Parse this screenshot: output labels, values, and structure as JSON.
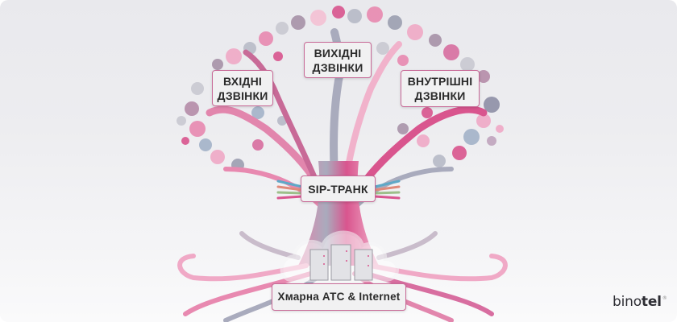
{
  "labels": {
    "incoming": {
      "line1": "ВХІДНІ",
      "line2": "ДЗВІНКИ"
    },
    "outgoing": {
      "line1": "ВИХІДНІ",
      "line2": "ДЗВІНКИ"
    },
    "internal": {
      "line1": "ВНУТРІШНІ",
      "line2": "ДЗВІНКИ"
    },
    "sip": "SIP-ТРАНК",
    "cloud": "Хмарна АТС & Internet"
  },
  "brand": {
    "name_regular": "bino",
    "name_bold": "tel",
    "mark": "®"
  },
  "colors": {
    "accent_pink": "#d9558e",
    "light_pink": "#f0a9c6",
    "mauve": "#a0819b",
    "gray_blue": "#a8aebd",
    "label_border": "#c86a97",
    "background": "#ececef"
  },
  "icons": [
    "cloud-server-icon",
    "cable-bundle-icon"
  ]
}
